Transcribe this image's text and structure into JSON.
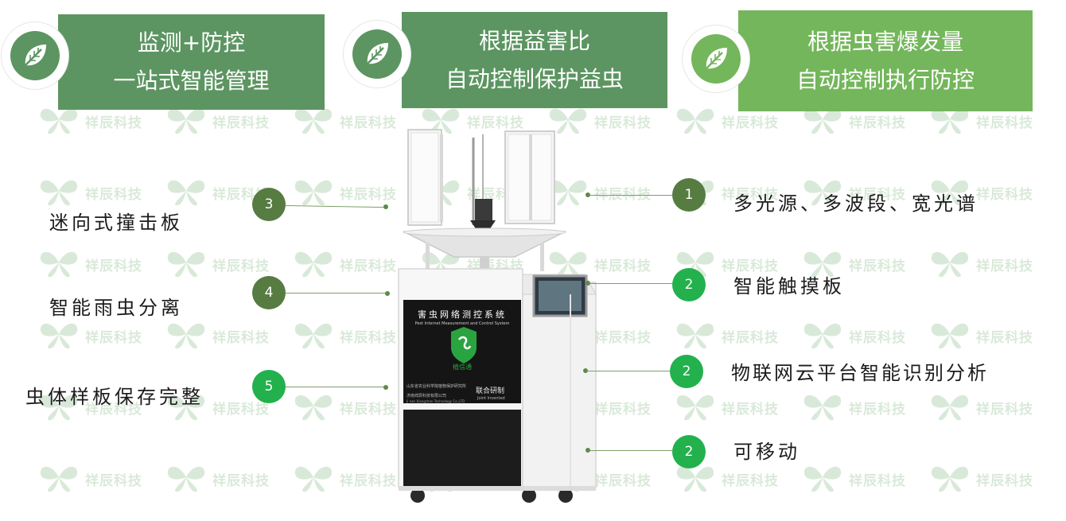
{
  "headers": [
    {
      "line1": "监测+防控",
      "line2": "一站式智能管理"
    },
    {
      "line1": "根据益害比",
      "line2": "自动控制保护益虫"
    },
    {
      "line1": "根据虫害爆发量",
      "line2": "自动控制执行防控"
    }
  ],
  "watermark_text": "祥辰科技",
  "machine": {
    "panel_title": "害虫网络测控系统",
    "panel_subtitle": "Pest Internet Measurement and Control System",
    "logo_text": "植信通",
    "org_line1": "山东省农业科学院植物保护研究所",
    "org_line2": "济南祥辰科技有限公司",
    "org_line2_en": "Ji nan Xiangchen Technology Co.,LTD",
    "joint_label": "联合研制",
    "joint_label_en": "Joint Invented"
  },
  "callouts_left": [
    {
      "number": "3",
      "label": "迷向式撞击板"
    },
    {
      "number": "4",
      "label": "智能雨虫分离"
    },
    {
      "number": "5",
      "label": "虫体样板保存完整"
    }
  ],
  "callouts_right": [
    {
      "number": "1",
      "label": "多光源、多波段、宽光谱"
    },
    {
      "number": "2",
      "label": "智能触摸板"
    },
    {
      "number": "2",
      "label": "物联网云平台智能识别分析"
    },
    {
      "number": "2",
      "label": "可移动"
    }
  ],
  "colors": {
    "header_dark": "#5c9561",
    "header_light": "#74b65b",
    "badge_dark": "#577c42",
    "badge_bright": "#22b14c",
    "watermark": "#1a7a1a"
  }
}
